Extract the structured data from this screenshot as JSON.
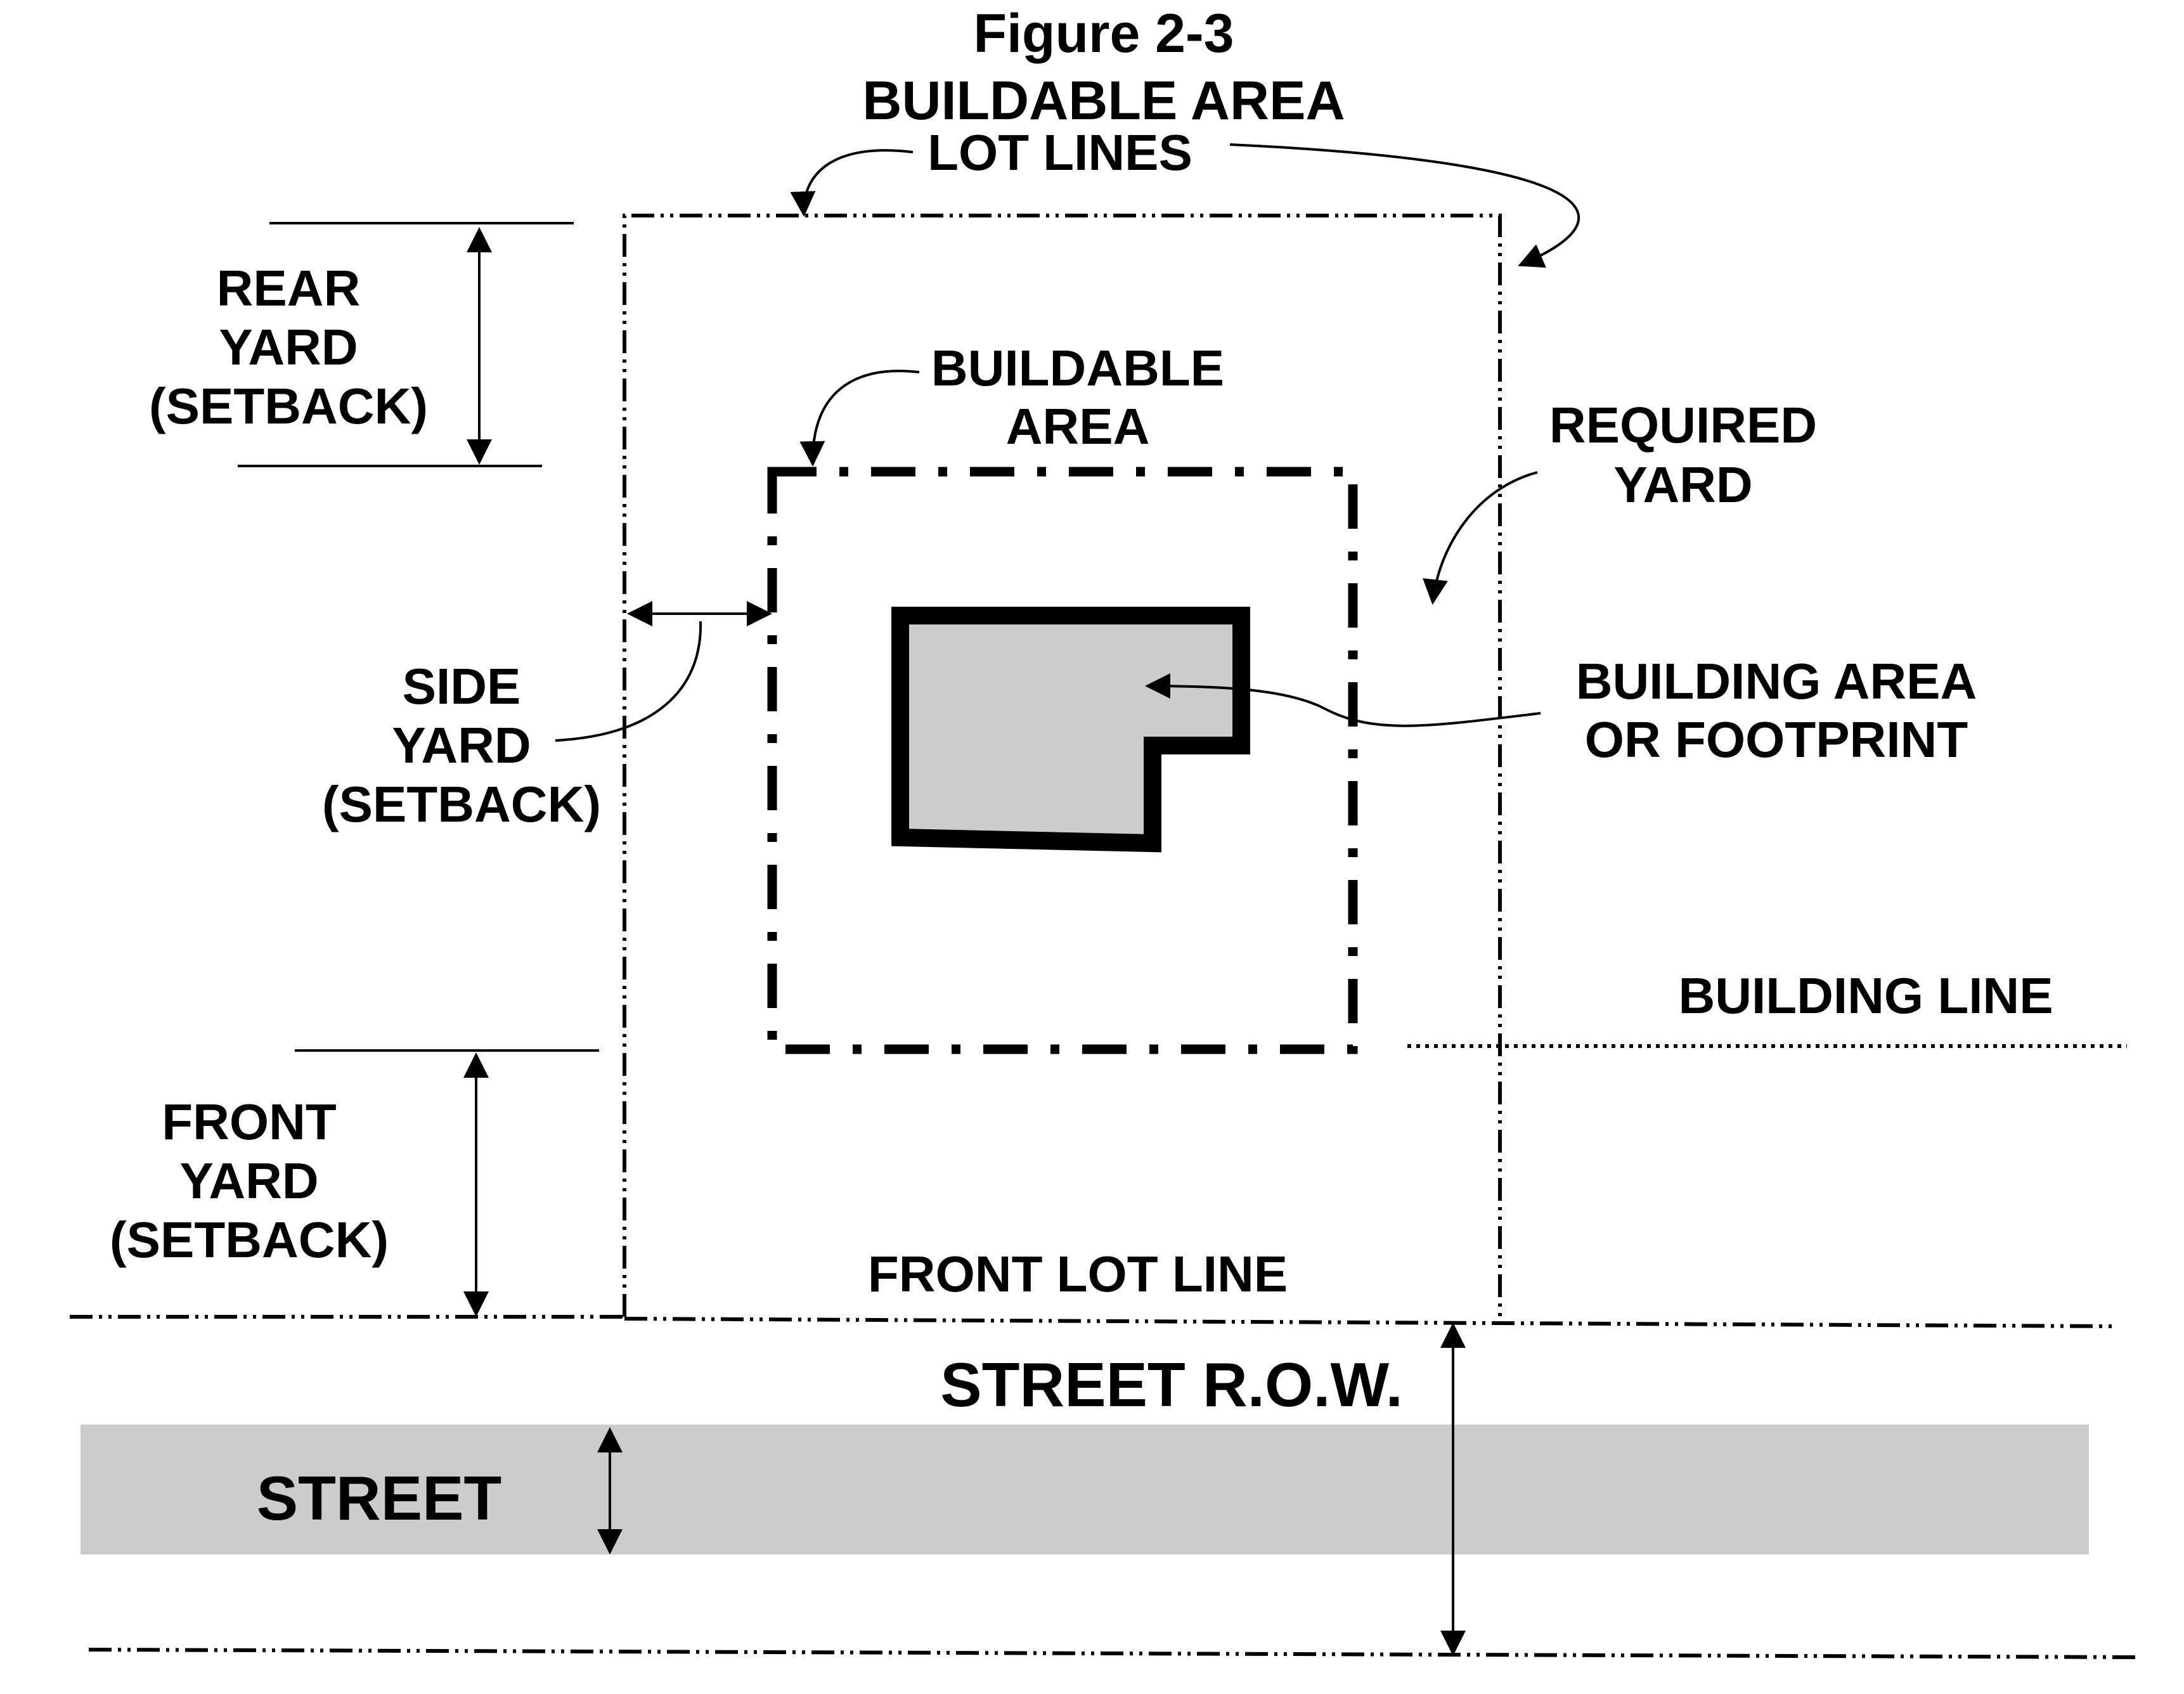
{
  "title": {
    "line1": "Figure 2-3",
    "line2": "BUILDABLE AREA"
  },
  "labels": {
    "lot_lines": "LOT LINES",
    "rear_yard": [
      "REAR",
      "YARD",
      "(SETBACK)"
    ],
    "buildable_area": [
      "BUILDABLE",
      "AREA"
    ],
    "required_yard": [
      "REQUIRED",
      "YARD"
    ],
    "side_yard": [
      "SIDE",
      "YARD",
      "(SETBACK)"
    ],
    "building_area": [
      "BUILDING AREA",
      "OR FOOTPRINT"
    ],
    "building_line": "BUILDING LINE",
    "front_yard": [
      "FRONT",
      "YARD",
      "(SETBACK)"
    ],
    "front_lot_line": "FRONT LOT LINE",
    "street_row": "STREET R.O.W.",
    "street": "STREET"
  },
  "colors": {
    "ink": "#000000",
    "fill_gray": "#cccccc",
    "background": "#ffffff"
  }
}
